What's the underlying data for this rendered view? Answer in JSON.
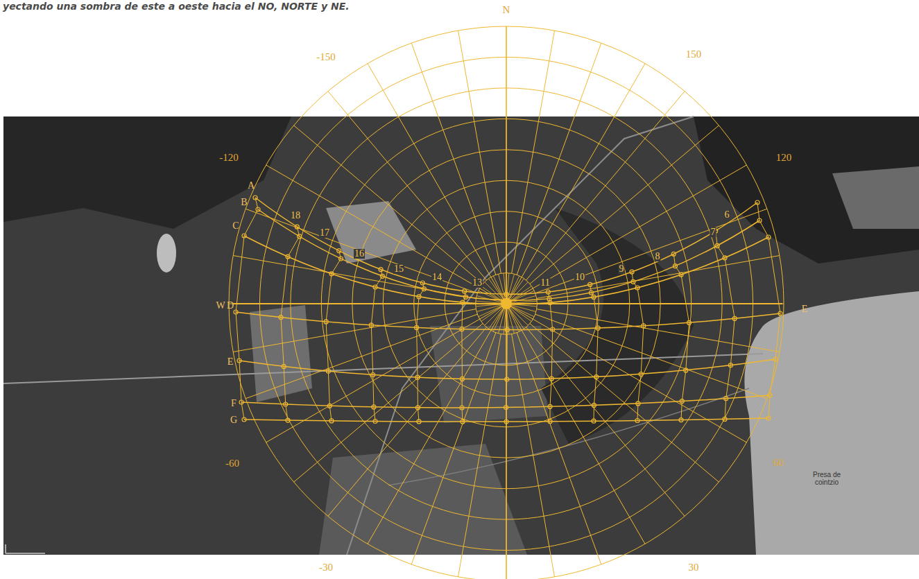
{
  "diagram": {
    "labels": [
      "yectando una sombra de este a oeste hacia el NO, NORTE y NE.",
      "N",
      "-150",
      "150",
      "-120",
      "120",
      "A",
      "B",
      "C",
      "W",
      "D",
      "E",
      "F",
      "G",
      "E",
      "-60",
      "60",
      "-30",
      "30",
      "18",
      "17",
      "16",
      "15",
      "14",
      "13",
      "11",
      "10",
      "9",
      "8",
      "7",
      "6",
      "Presa de cointzio"
    ]
  }
}
